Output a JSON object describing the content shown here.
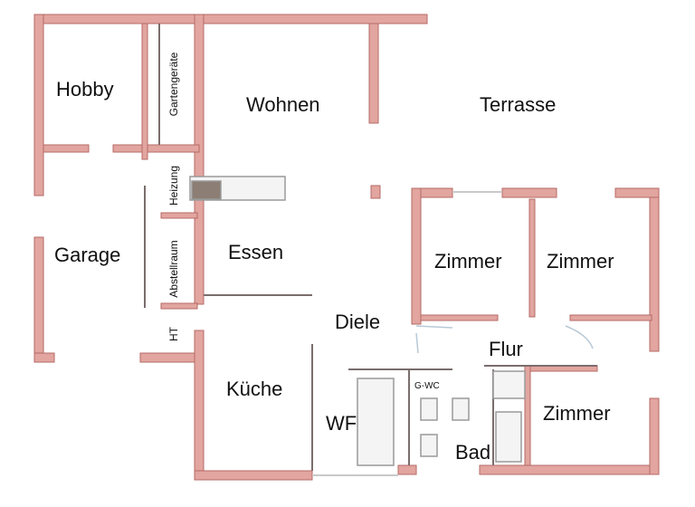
{
  "rooms": {
    "hobby": "Hobby",
    "gartengeraete": "Gartengeräte",
    "wohnen": "Wohnen",
    "terrasse": "Terrasse",
    "heizung": "Heizung",
    "garage": "Garage",
    "abstellraum": "Abstellraum",
    "essen": "Essen",
    "zimmer1": "Zimmer",
    "zimmer2": "Zimmer",
    "diele": "Diele",
    "ht": "HT",
    "flur": "Flur",
    "kueche": "Küche",
    "gwc": "G-WC",
    "wf": "WF",
    "zimmer3": "Zimmer",
    "bad": "Bad"
  },
  "colors": {
    "wall_fill": "#e2a5a0",
    "wall_stroke": "#b66a66",
    "thin_wall": "#7b6d6d",
    "fixture": "#9a9a9a",
    "window": "#c9c9c9",
    "door": "#b8c9d6"
  }
}
